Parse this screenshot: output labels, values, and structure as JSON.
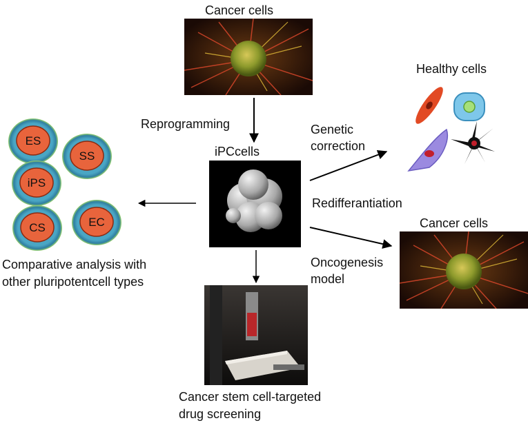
{
  "labels": {
    "cancer_top": "Cancer cells",
    "reprogramming": "Reprogramming",
    "ipc": "iPCcells",
    "genetic_line1": "Genetic",
    "genetic_line2": "correction",
    "healthy": "Healthy cells",
    "redifferentiation": "Redifferantiation",
    "cancer_right": "Cancer cells",
    "oncogenesis_line1": "Oncogenesis",
    "oncogenesis_line2": "model",
    "comparative_line1": "Comparative analysis with",
    "comparative_line2": "other pluripotentcell types",
    "drug_line1": "Cancer stem cell-targeted",
    "drug_line2": "drug screening"
  },
  "pluripotent_cells": [
    "ES",
    "SS",
    "iPS",
    "CS",
    "EC"
  ],
  "colors": {
    "cell_nucleus": "#e8643c",
    "cell_body": "#4aa6c4",
    "cell_halo": "#9ad36a",
    "arrow": "#000000"
  }
}
